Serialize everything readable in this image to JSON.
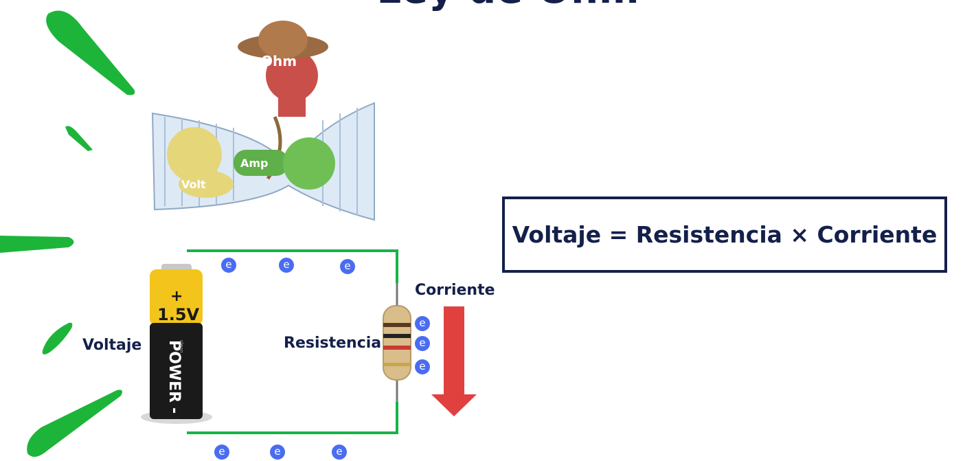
{
  "title": "Ley de Ohm",
  "illustration": {
    "hat_text": "Ohm",
    "amp_text": "Amp",
    "volt_text": "Volt"
  },
  "battery": {
    "plus": "+",
    "voltage": "1.5V",
    "brand": "POWER",
    "minus": "-",
    "small_text": "clean"
  },
  "labels": {
    "voltaje": "Voltaje",
    "resistencia": "Resistencia",
    "corriente": "Corriente"
  },
  "formula": "Voltaje = Resistencia × Corriente",
  "electron_symbol": "e",
  "colors": {
    "wire": "#19b34a",
    "electron": "#4a6cf0",
    "arrow": "#e0413f",
    "text": "#14204a",
    "leaf": "#1db43a"
  }
}
